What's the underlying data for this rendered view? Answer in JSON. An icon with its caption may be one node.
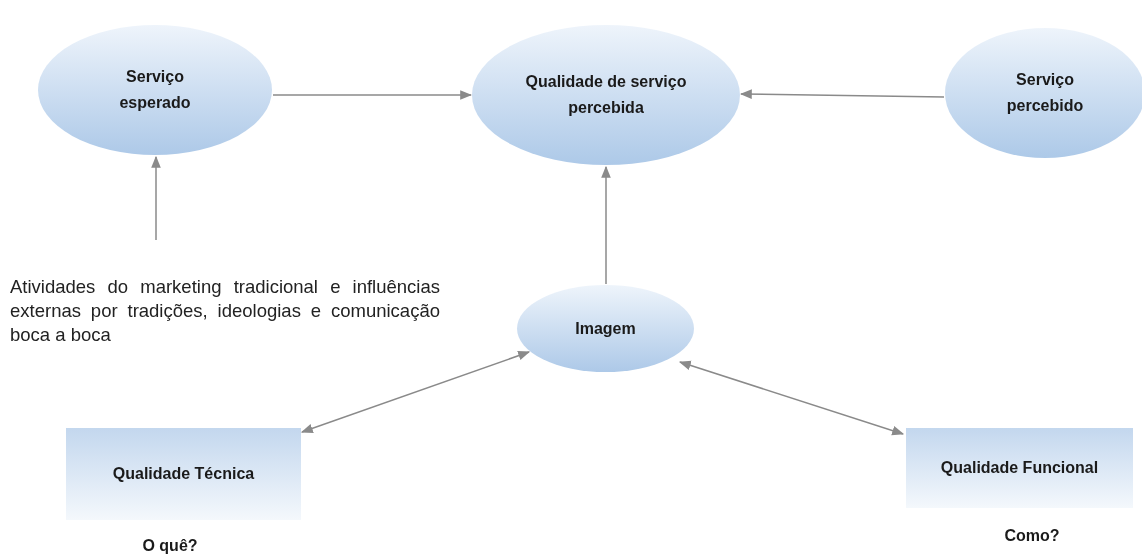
{
  "diagram": {
    "nodes": [
      {
        "text": [
          "Serviço esperado"
        ]
      },
      {
        "text": [
          "Qualidade de serviço percebida"
        ]
      },
      {
        "text": [
          "Serviço percebido"
        ]
      },
      {
        "text": [
          "Atividades do marketing tradicional e influências externas por tradições, ideologias e comunicação boca a boca"
        ]
      },
      {
        "text": [
          "Imagem"
        ]
      },
      {
        "text": [
          "Qualidade Técnica"
        ],
        "beside": [
          "O quê?"
        ]
      },
      {
        "text": [
          "Qualidade Funcional"
        ],
        "beside": [
          "Como?"
        ]
      }
    ],
    "edges": [
      {
        "from": 0,
        "to": 1,
        "arrow": "to"
      },
      {
        "from": 2,
        "to": 1,
        "arrow": "to"
      },
      {
        "from": 3,
        "to": 0,
        "arrow": "to"
      },
      {
        "from": 4,
        "to": 1,
        "arrow": "to"
      },
      {
        "from": 4,
        "to": 5,
        "arrow": "both"
      },
      {
        "from": 4,
        "to": 6,
        "arrow": "both"
      }
    ]
  }
}
